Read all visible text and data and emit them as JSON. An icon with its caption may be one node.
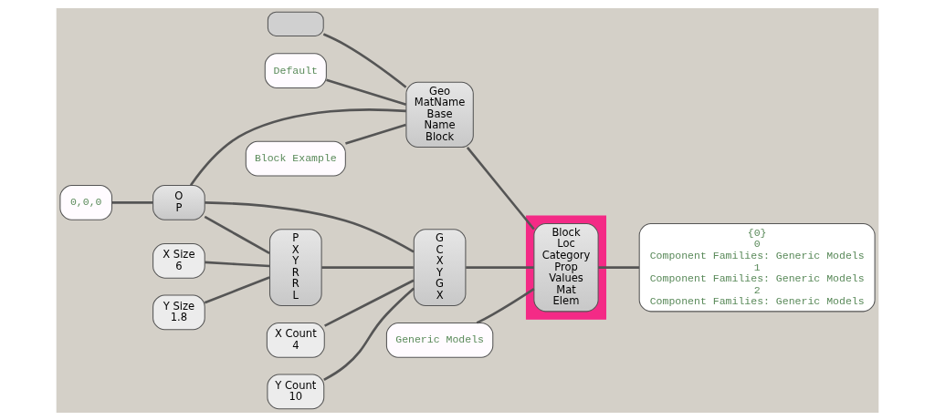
{
  "diagram": {
    "nodes": [
      {
        "text": [],
        "shape": "box"
      },
      {
        "text": [
          "Default"
        ]
      },
      {
        "text": [
          "0,0,0"
        ]
      },
      {
        "text": [
          "O",
          "P"
        ]
      },
      {
        "text": [
          "Geo",
          "MatName",
          "Base",
          "Name",
          "Block"
        ]
      },
      {
        "text": [
          "Block Example"
        ]
      },
      {
        "text": [
          "P",
          "X",
          "Y",
          "R",
          "R",
          "L"
        ]
      },
      {
        "text": [
          "X Size",
          "6"
        ]
      },
      {
        "text": [
          "Y Size",
          "1.8"
        ]
      },
      {
        "text": [
          "G",
          "C",
          "X",
          "Y",
          "G",
          "X"
        ]
      },
      {
        "text": [
          "X Count",
          "4"
        ]
      },
      {
        "text": [
          "Y Count",
          "10"
        ]
      },
      {
        "text": [
          "Generic Models"
        ]
      },
      {
        "text": [],
        "shape": "box"
      },
      {
        "text": [
          "Block",
          "Loc",
          "Category",
          "Prop",
          "Values",
          "Mat",
          "Elem"
        ],
        "in": 13
      },
      {
        "text": [
          "{0}",
          "0",
          "Component Families: Generic Models",
          "1",
          "Component Families: Generic Models",
          "2",
          "Component Families: Generic Models"
        ]
      }
    ],
    "edges": [
      {
        "from": 0,
        "to": 4,
        "arrow": "none"
      },
      {
        "from": 1,
        "to": 4,
        "arrow": "none"
      },
      {
        "from": 3,
        "to": 4,
        "arrow": "none"
      },
      {
        "from": 5,
        "to": 4,
        "arrow": "none"
      },
      {
        "from": 2,
        "to": 3,
        "arrow": "none"
      },
      {
        "from": 3,
        "to": 6,
        "arrow": "none"
      },
      {
        "from": 3,
        "to": 9,
        "arrow": "none"
      },
      {
        "from": 7,
        "to": 6,
        "arrow": "none"
      },
      {
        "from": 8,
        "to": 6,
        "arrow": "none"
      },
      {
        "from": 6,
        "to": 9,
        "arrow": "none"
      },
      {
        "from": 10,
        "to": 9,
        "arrow": "none"
      },
      {
        "from": 11,
        "to": 9,
        "arrow": "none"
      },
      {
        "from": 4,
        "to": 14,
        "arrow": "none"
      },
      {
        "from": 9,
        "to": 14,
        "arrow": "none"
      },
      {
        "from": 12,
        "to": 14,
        "arrow": "none"
      },
      {
        "from": 14,
        "to": 15,
        "arrow": "none"
      }
    ]
  }
}
